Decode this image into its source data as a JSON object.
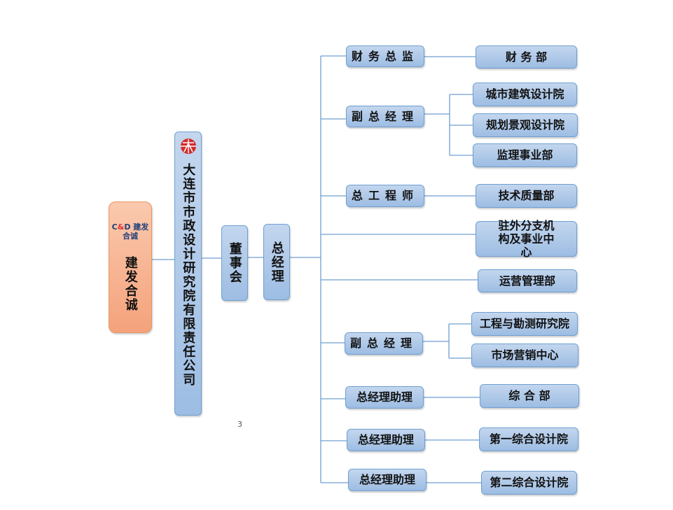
{
  "partner": {
    "logo_text": "C&D 建发合诚",
    "name": "建发合诚"
  },
  "institute": {
    "name": "大连市市政设计研究院有限责任公司"
  },
  "board": "董事会",
  "gm": "总经理",
  "managers": [
    "财务总监",
    "副总经理",
    "总工程师",
    "副总经理",
    "总经理助理",
    "总经理助理",
    "总经理助理"
  ],
  "departments": {
    "finance": "财 务 部",
    "urban_arch": "城市建筑设计院",
    "planning": "规划景观设计院",
    "supervision": "监理事业部",
    "tech_quality": "技术质量部",
    "branches": "驻外分支机构及事业中心",
    "operations": "运营管理部",
    "engineering": "工程与勘测研究院",
    "marketing": "市场营销中心",
    "general": "综 合 部",
    "design1": "第一综合设计院",
    "design2": "第二综合设计院"
  },
  "page_number": "3"
}
